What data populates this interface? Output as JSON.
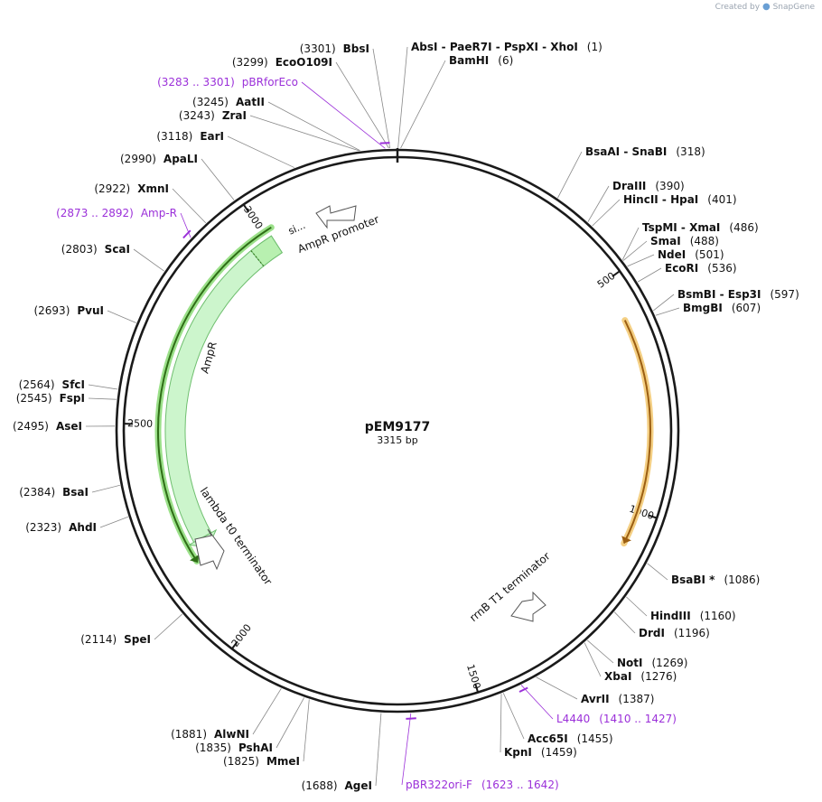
{
  "credit": {
    "prefix": "Created by",
    "brand": "SnapGene"
  },
  "plasmid": {
    "name": "pEM9177",
    "size_label": "3315 bp",
    "length": 3315
  },
  "ticks": [
    {
      "value": 500,
      "label": "500"
    },
    {
      "value": 1000,
      "label": "1000"
    },
    {
      "value": 1500,
      "label": "1500"
    },
    {
      "value": 2000,
      "label": "2000"
    },
    {
      "value": 2500,
      "label": "2500"
    },
    {
      "value": 3000,
      "label": "3000"
    }
  ],
  "sites": [
    {
      "pos": 1,
      "text": "AbsI  - PaeR7I  - PspXI  - XhoI",
      "num": "(1)"
    },
    {
      "pos": 6,
      "text": "BamHI",
      "num": "(6)"
    },
    {
      "pos": 318,
      "text": "BsaAI  - SnaBI",
      "num": "(318)"
    },
    {
      "pos": 390,
      "text": "DraIII",
      "num": "(390)"
    },
    {
      "pos": 401,
      "text": "HincII  - HpaI",
      "num": "(401)"
    },
    {
      "pos": 486,
      "text": "TspMI  - XmaI",
      "num": "(486)"
    },
    {
      "pos": 488,
      "text": "SmaI",
      "num": "(488)"
    },
    {
      "pos": 501,
      "text": "NdeI",
      "num": "(501)"
    },
    {
      "pos": 536,
      "text": "EcoRI",
      "num": "(536)"
    },
    {
      "pos": 597,
      "text": "BsmBI  - Esp3I",
      "num": "(597)"
    },
    {
      "pos": 607,
      "text": "BmgBI",
      "num": "(607)"
    },
    {
      "pos": 1086,
      "text": "BsaBI *",
      "num": "(1086)"
    },
    {
      "pos": 1160,
      "text": "HindIII",
      "num": "(1160)"
    },
    {
      "pos": 1196,
      "text": "DrdI",
      "num": "(1196)"
    },
    {
      "pos": 1269,
      "text": "NotI",
      "num": "(1269)"
    },
    {
      "pos": 1276,
      "text": "XbaI",
      "num": "(1276)"
    },
    {
      "pos": 1387,
      "text": "AvrII",
      "num": "(1387)"
    },
    {
      "pos": 1455,
      "text": "Acc65I",
      "num": "(1455)"
    },
    {
      "pos": 1459,
      "text": "KpnI",
      "num": "(1459)"
    },
    {
      "pos": 1688,
      "text": "AgeI",
      "num": "(1688)"
    },
    {
      "pos": 1825,
      "text": "MmeI",
      "num": "(1825)"
    },
    {
      "pos": 1835,
      "text": "PshAI",
      "num": "(1835)"
    },
    {
      "pos": 1881,
      "text": "AlwNI",
      "num": "(1881)"
    },
    {
      "pos": 2114,
      "text": "SpeI",
      "num": "(2114)"
    },
    {
      "pos": 2323,
      "text": "AhdI",
      "num": "(2323)"
    },
    {
      "pos": 2384,
      "text": "BsaI",
      "num": "(2384)"
    },
    {
      "pos": 2495,
      "text": "AseI",
      "num": "(2495)"
    },
    {
      "pos": 2545,
      "text": "FspI",
      "num": "(2545)"
    },
    {
      "pos": 2564,
      "text": "SfcI",
      "num": "(2564)"
    },
    {
      "pos": 2693,
      "text": "PvuI",
      "num": "(2693)"
    },
    {
      "pos": 2803,
      "text": "ScaI",
      "num": "(2803)"
    },
    {
      "pos": 2922,
      "text": "XmnI",
      "num": "(2922)"
    },
    {
      "pos": 2990,
      "text": "ApaLI",
      "num": "(2990)"
    },
    {
      "pos": 3118,
      "text": "EarI",
      "num": "(3118)"
    },
    {
      "pos": 3243,
      "text": "ZraI",
      "num": "(3243)"
    },
    {
      "pos": 3245,
      "text": "AatII",
      "num": "(3245)"
    },
    {
      "pos": 3299,
      "text": "EcoO109I",
      "num": "(3299)"
    },
    {
      "pos": 3301,
      "text": "BbsI",
      "num": "(3301)"
    }
  ],
  "primers": [
    {
      "start": 3283,
      "end": 3301,
      "text": "pBRforEco",
      "num": "(3283 .. 3301)"
    },
    {
      "start": 1410,
      "end": 1427,
      "text": "L4440",
      "num": "(1410 .. 1427)"
    },
    {
      "start": 1623,
      "end": 1642,
      "text": "pBR322ori-F",
      "num": "(1623 .. 1642)"
    },
    {
      "start": 2873,
      "end": 2892,
      "text": "Amp-R",
      "num": "(2873 .. 2892)"
    }
  ],
  "features": [
    {
      "name": "AmpR",
      "type": "cds"
    },
    {
      "name": "AmpR promoter",
      "type": "promoter"
    },
    {
      "name": "si...",
      "type": "signal"
    },
    {
      "name": "lambda t0 terminator",
      "type": "terminator"
    },
    {
      "name": "rrnB T1 terminator",
      "type": "terminator"
    }
  ],
  "colors": {
    "backbone": "#1a1a1a",
    "label": "#111111",
    "primer": "#9b30d9",
    "cds_fill": "#ccf5cc",
    "cds_stroke": "#6fbf6f",
    "orf_line": "#2f6e17",
    "orf_glow": "#9be089",
    "mcs_line": "#9b5e12",
    "mcs_glow": "#f4cf83"
  }
}
